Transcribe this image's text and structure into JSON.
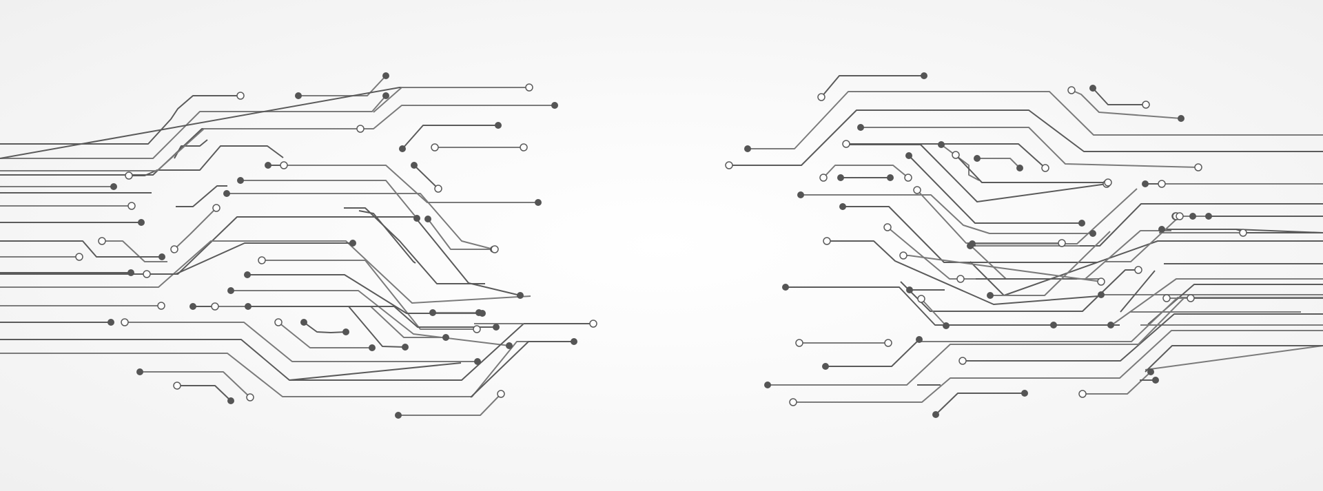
{
  "illustration": {
    "subject": "circuit-board-traces",
    "background_color": "#f7f7f7",
    "trace_color_dark": "#5a5a5a",
    "trace_color_light": "#7a7a7a",
    "node_fill_color": "#555555",
    "node_open_fill": "#ffffff",
    "groups": [
      "left-traces",
      "right-traces"
    ]
  }
}
